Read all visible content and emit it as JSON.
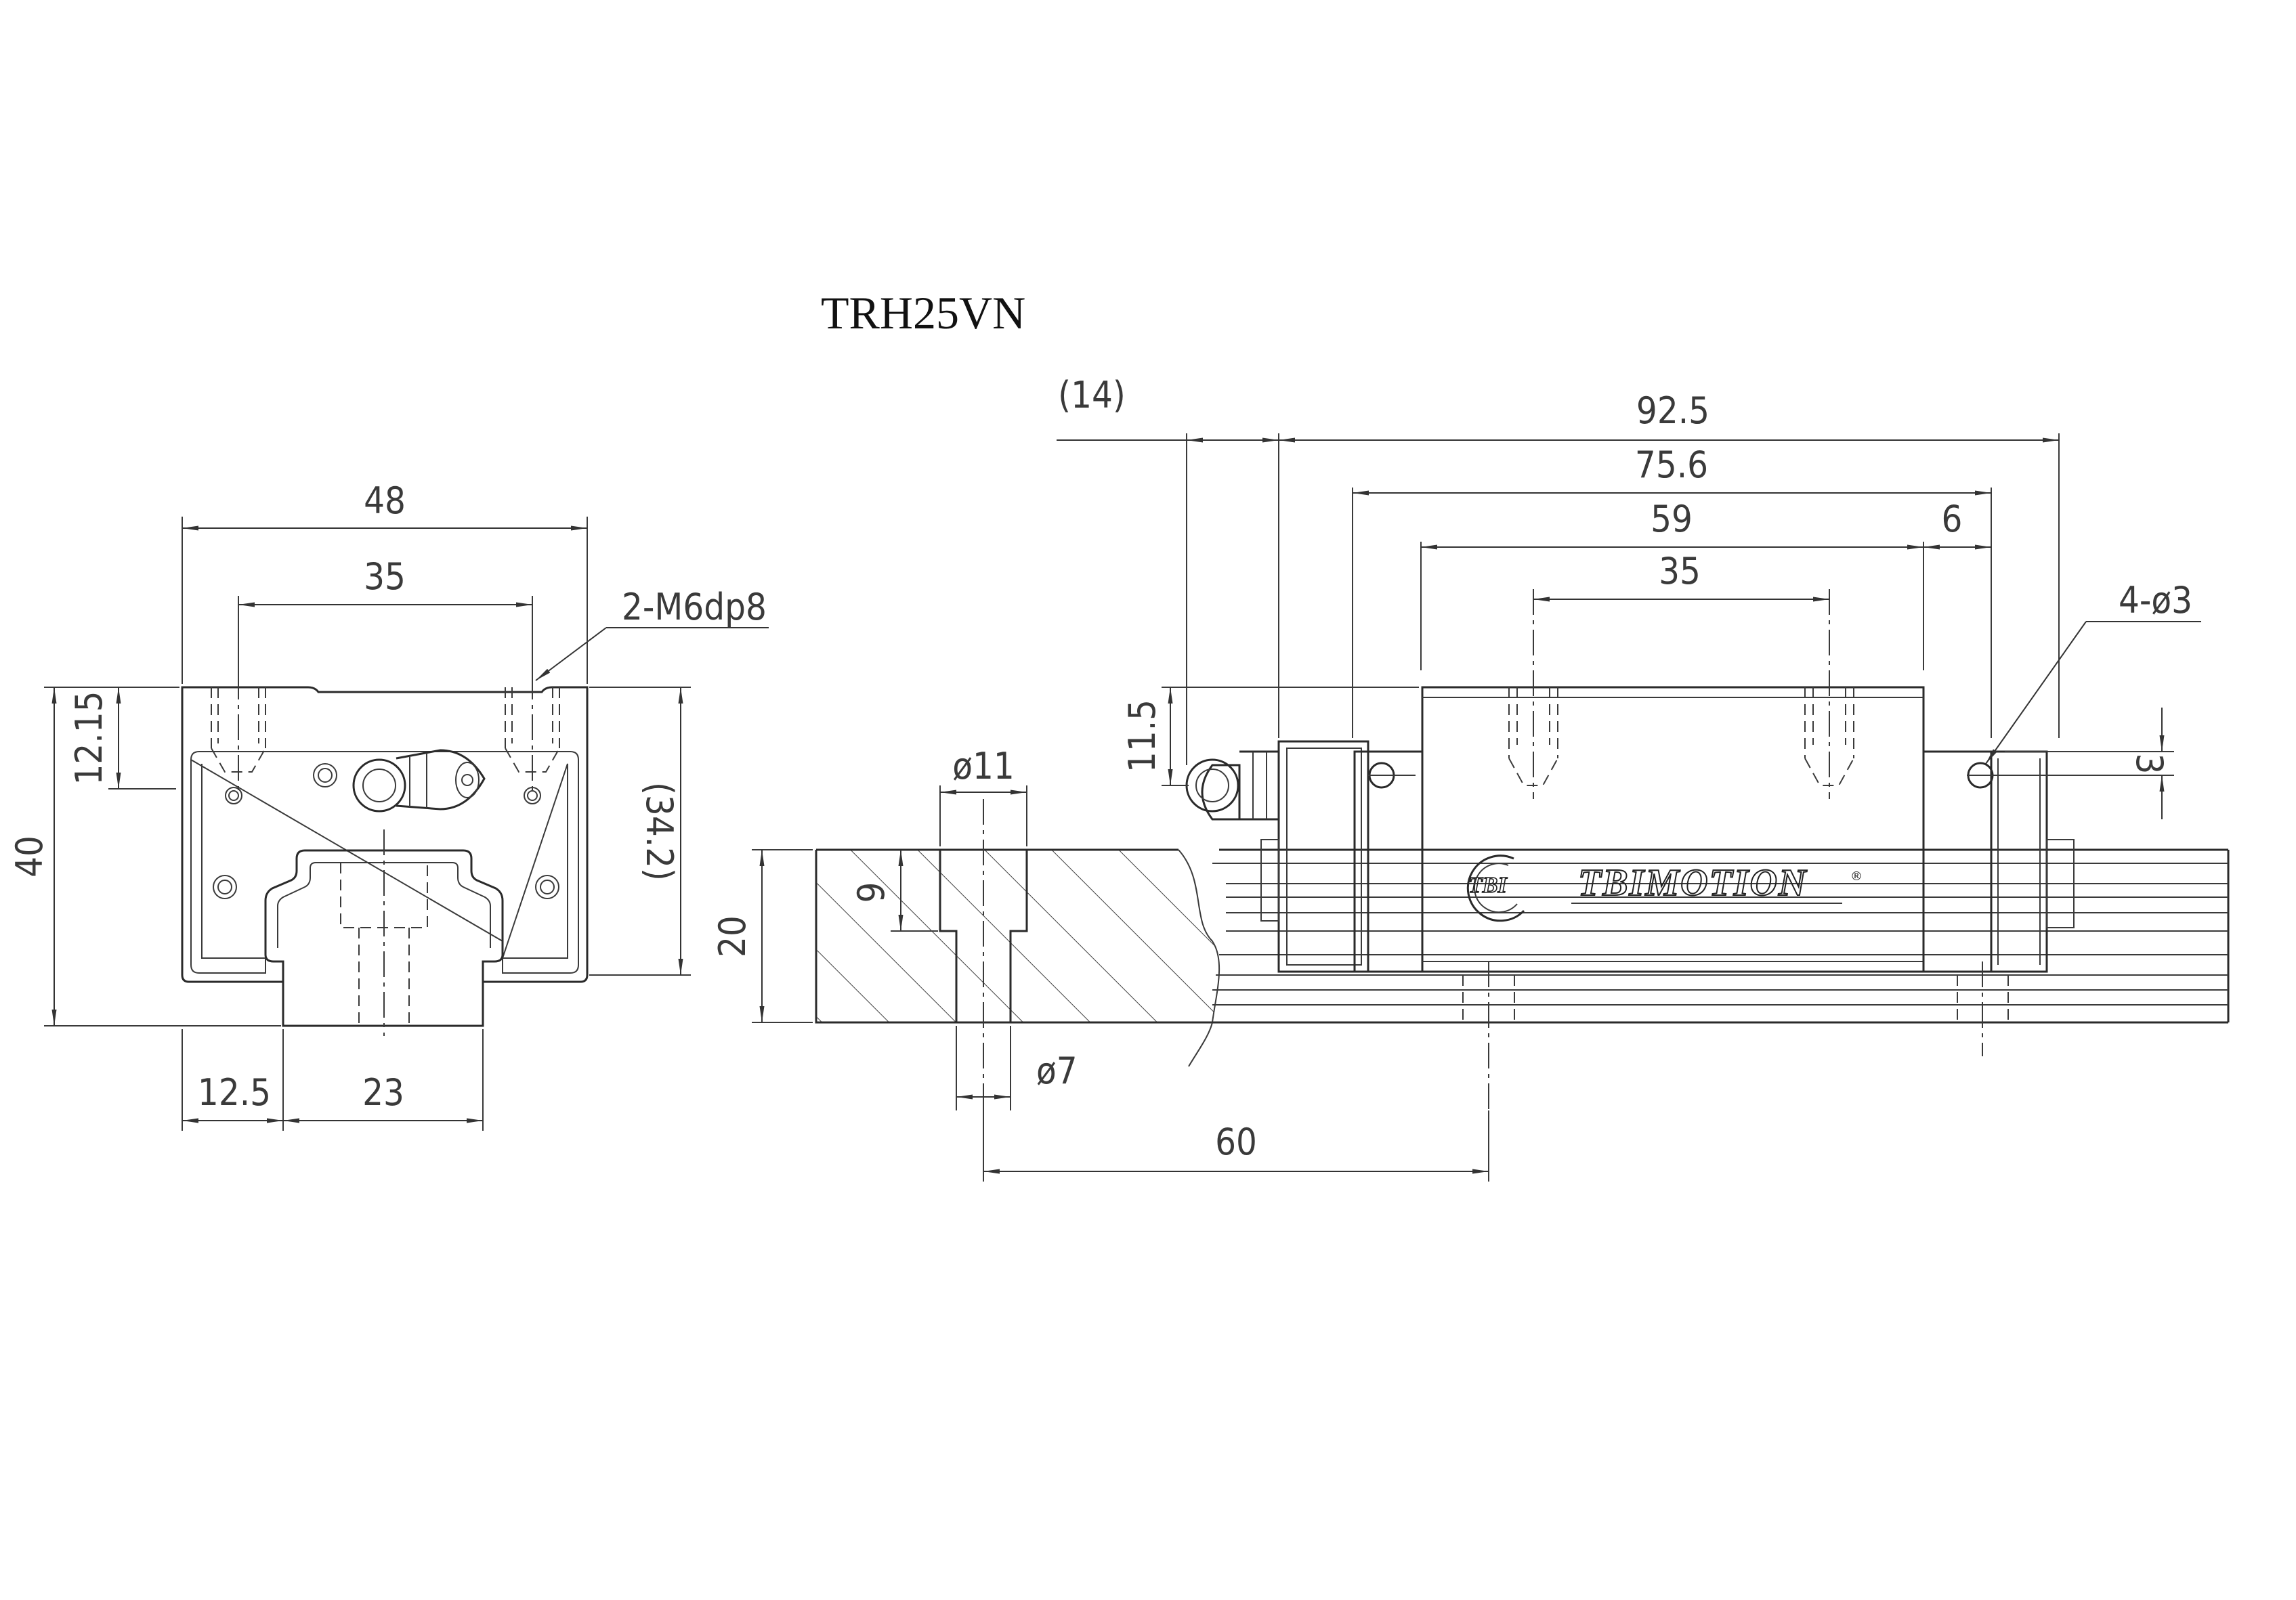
{
  "title": "TRH25VN",
  "brand": {
    "logo_text": "TBI",
    "name": "TBIMOTION",
    "reg_mark": "®"
  },
  "front_view": {
    "dims": {
      "width_48": "48",
      "hole_pitch_35": "35",
      "tap_note": "2-M6dp8",
      "height_40": "40",
      "top_to_hole_12_15": "12.15",
      "block_height_34_2": "(34.2)",
      "rail_offset_12_5": "12.5",
      "rail_width_23": "23"
    }
  },
  "side_view": {
    "dims": {
      "nipple_14": "(14)",
      "overall_92_5": "92.5",
      "body_75_6": "75.6",
      "steel_59": "59",
      "end_6": "6",
      "pitch_35": "35",
      "holes_note": "4-ø3",
      "nipple_height_11_5": "11.5",
      "hole_offset_3": "3",
      "cbore_dia_11": "ø11",
      "cbore_depth_9": "9",
      "rail_height_20": "20",
      "bolt_dia_7": "ø7",
      "rail_pitch_60": "60"
    }
  }
}
